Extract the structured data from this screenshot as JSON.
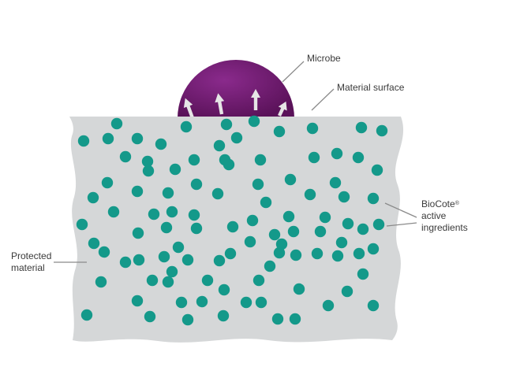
{
  "labels": {
    "microbe": "Microbe",
    "material_surface": "Material surface",
    "biocote_line1": "BioCote",
    "biocote_mark": "®",
    "biocote_line2": "active",
    "biocote_line3": "ingredients",
    "protected_line1": "Protected",
    "protected_line2": "material"
  },
  "colors": {
    "material_fill": "#d5d7d8",
    "microbe_fill": "#6c1a6e",
    "particle_fill": "#14998a",
    "arrow_fill": "#e6e6e6",
    "leader_line": "#8a8a8a",
    "text": "#3a3a3a"
  }
}
